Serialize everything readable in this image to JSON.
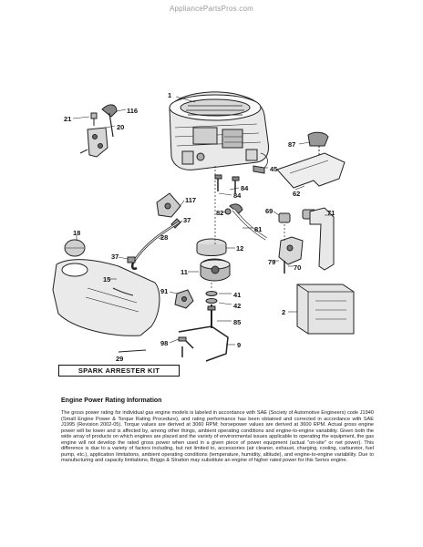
{
  "watermark": "AppliancePartsPros.com",
  "parts": [
    {
      "id": "p1",
      "label": "1"
    },
    {
      "id": "p116",
      "label": "116"
    },
    {
      "id": "p21",
      "label": "21"
    },
    {
      "id": "p20",
      "label": "20"
    },
    {
      "id": "p87",
      "label": "87"
    },
    {
      "id": "p45",
      "label": "45"
    },
    {
      "id": "p84a",
      "label": "84"
    },
    {
      "id": "p84b",
      "label": "84"
    },
    {
      "id": "p62",
      "label": "62"
    },
    {
      "id": "p117",
      "label": "117"
    },
    {
      "id": "p37a",
      "label": "37"
    },
    {
      "id": "p82",
      "label": "82"
    },
    {
      "id": "p81",
      "label": "81"
    },
    {
      "id": "p69",
      "label": "69"
    },
    {
      "id": "p71",
      "label": "71"
    },
    {
      "id": "p18",
      "label": "18"
    },
    {
      "id": "p28",
      "label": "28"
    },
    {
      "id": "p12",
      "label": "12"
    },
    {
      "id": "p37b",
      "label": "37"
    },
    {
      "id": "p79",
      "label": "79"
    },
    {
      "id": "p70",
      "label": "70"
    },
    {
      "id": "p11",
      "label": "11"
    },
    {
      "id": "p15",
      "label": "15"
    },
    {
      "id": "p91",
      "label": "91"
    },
    {
      "id": "p41",
      "label": "41"
    },
    {
      "id": "p42",
      "label": "42"
    },
    {
      "id": "p2",
      "label": "2"
    },
    {
      "id": "p85",
      "label": "85"
    },
    {
      "id": "p98",
      "label": "98"
    },
    {
      "id": "p9",
      "label": "9"
    },
    {
      "id": "p29",
      "label": "29"
    }
  ],
  "kit_label": "SPARK ARRESTER KIT",
  "info": {
    "title": "Engine Power Rating Information",
    "body": "The gross power rating for individual gas engine models is labeled in accordance with SAE (Society of Automotive Engineers) code J1940 (Small Engine Power & Torque Rating Procedure), and rating performance has been obtained and corrected in accordance with SAE J1995 (Revision 2002-05). Torque values are derived at 3060 RPM; horsepower values are derived at 3600 RPM. Actual gross engine power will be lower and is affected by, among other things, ambient operating conditions and engine-to-engine variability. Given both the wide array of products on which engines are placed and the variety of environmental issues applicable to operating the equipment, the gas engine will not develop the rated gross power when used in a given piece of power equipment (actual \"on-site\" or net power). This difference is due to a variety of factors including, but not limited to, accessories (air cleaner, exhaust, charging, cooling, carburetor, fuel pump, etc.), application limitations, ambient operating conditions (temperature, humidity, altitude), and engine-to-engine variability. Due to manufacturing and capacity limitations, Briggs & Stratton may substitute an engine of higher rated power for this Series engine."
  }
}
